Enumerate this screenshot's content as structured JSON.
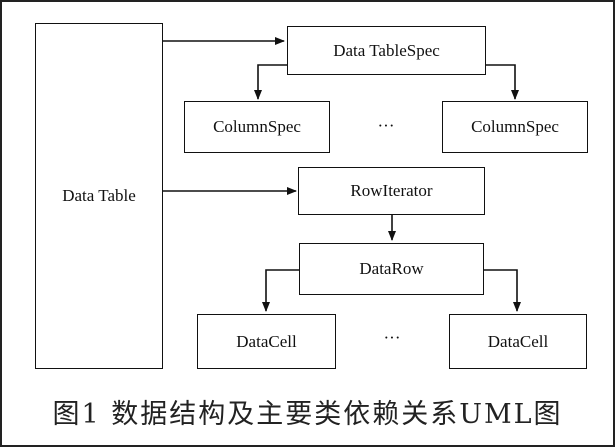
{
  "diagram": {
    "data_table_label": "Data Table",
    "data_table_spec_label": "Data TableSpec",
    "column_spec_left_label": "ColumnSpec",
    "column_spec_right_label": "ColumnSpec",
    "column_spec_ellipsis": "···",
    "row_iterator_label": "RowIterator",
    "data_row_label": "DataRow",
    "data_cell_left_label": "DataCell",
    "data_cell_right_label": "DataCell",
    "data_cell_ellipsis": "···"
  },
  "caption": "图1   数据结构及主要类依赖关系UML图"
}
